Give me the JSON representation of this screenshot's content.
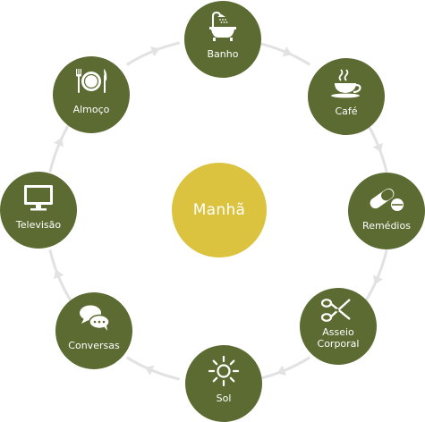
{
  "center": {
    "label": "Manhã",
    "color": "#dbc33f"
  },
  "node_color": "#5b6b31",
  "ring_color": "#e2e2e2",
  "nodes": [
    {
      "id": "banho",
      "label": "Banho",
      "icon": "bathtub-shower-icon"
    },
    {
      "id": "cafe",
      "label": "Café",
      "icon": "coffee-cup-icon"
    },
    {
      "id": "remedios",
      "label": "Remédios",
      "icon": "pills-icon"
    },
    {
      "id": "asseio",
      "label": "Asseio Corporal",
      "label_lines": [
        "Asseio",
        "Corporal"
      ],
      "icon": "scissors-icon"
    },
    {
      "id": "sol",
      "label": "Sol",
      "icon": "sun-icon"
    },
    {
      "id": "conversas",
      "label": "Conversas",
      "icon": "speech-bubbles-icon"
    },
    {
      "id": "televisao",
      "label": "Televisão",
      "icon": "television-icon"
    },
    {
      "id": "almoco",
      "label": "Almoço",
      "icon": "plate-fork-knife-icon"
    }
  ]
}
